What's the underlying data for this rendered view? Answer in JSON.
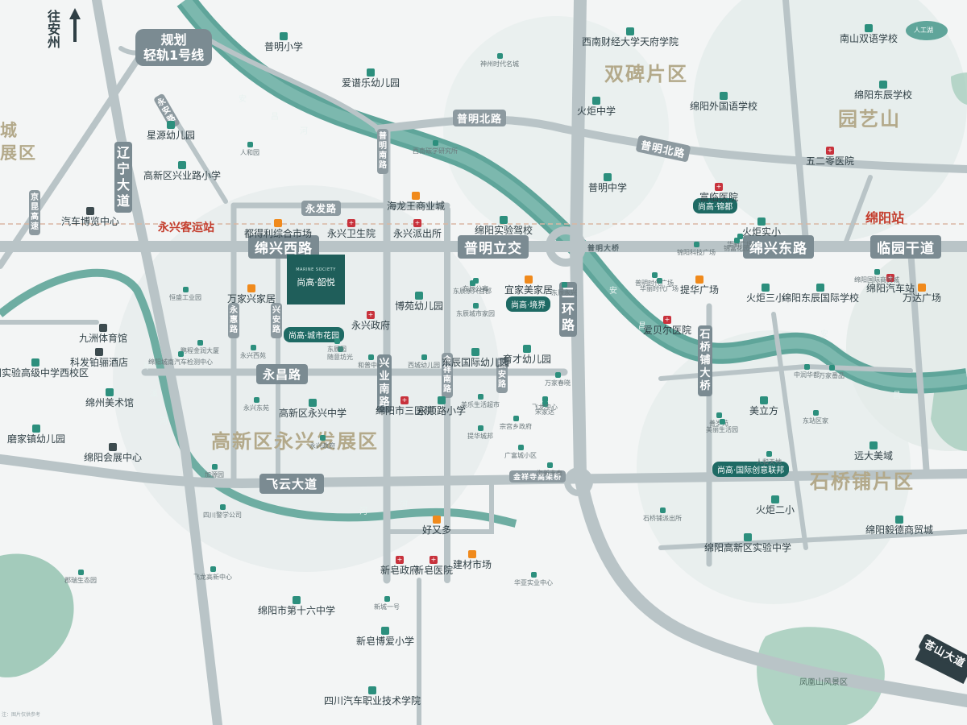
{
  "arrow_label": "往安州",
  "light_rail": {
    "line1": "规划",
    "line2": "轻轨1号线"
  },
  "districts": {
    "shuangbei": "双碑片区",
    "yuanyishan": "园艺山",
    "yongxing": "高新区永兴发展区",
    "shiqiaopu": "石桥铺片区",
    "left_partial_top": "城",
    "left_partial_bottom": "展区"
  },
  "roads": {
    "mianxing_west": "绵兴西路",
    "puming_interchange": "普明立交",
    "mianxing_east": "绵兴东路",
    "linyuan": "临园干道",
    "yongchang": "永昌路",
    "feiyun": "飞云大道",
    "liaoning": "辽宁大道",
    "erhuan": "二环路",
    "xingye_south": "兴业南路",
    "puming_north": "普明北路",
    "puming_north2": "普明北路",
    "yongfa": "永发路",
    "yonghui": "永惠路",
    "xinganlu": "兴安路",
    "jinxiang_south": "金祥南路",
    "yongan": "永安路",
    "puming_bridge": "普明大桥",
    "shiqiaopu_ave": "石桥铺大桥",
    "jinxiangsi": "金祥寺高架桥",
    "cangshan": "苍山大道",
    "jingzhou": "京昆高速",
    "puming_yin": "普明南路",
    "hongan": "弘安路"
  },
  "projects": {
    "main_en": "MARINE SOCIETY",
    "main_cn": "尚高·韶悦",
    "chengshi": "尚高·城市花园",
    "jingjie": "尚高·境界",
    "jingdu": "尚高·锦都",
    "guoji": "尚高·国际创意联邦"
  },
  "stations": {
    "yongxing_bus": "永兴客运站",
    "mianyang_station": "绵阳站"
  },
  "pois_major": [
    {
      "t": "普明小学",
      "k": "edu"
    },
    {
      "t": "爱谱乐幼儿园",
      "k": "edu"
    },
    {
      "t": "星源幼儿园",
      "k": "edu"
    },
    {
      "t": "高新区兴业路小学",
      "k": "edu"
    },
    {
      "t": "汽车博览中心",
      "k": "dark"
    },
    {
      "t": "都得利综合市场",
      "k": "shop"
    },
    {
      "t": "永兴卫生院",
      "k": "hosp"
    },
    {
      "t": "永兴派出所",
      "k": "hosp"
    },
    {
      "t": "海龙王商业城",
      "k": "shop"
    },
    {
      "t": "绵阳实验驾校",
      "k": "edu"
    },
    {
      "t": "西南财经大学天府学院",
      "k": "edu"
    },
    {
      "t": "火炬中学",
      "k": "edu"
    },
    {
      "t": "绵阳外国语学校",
      "k": "edu"
    },
    {
      "t": "普明中学",
      "k": "edu"
    },
    {
      "t": "南山双语学校",
      "k": "edu"
    },
    {
      "t": "绵阳东辰学校",
      "k": "edu"
    },
    {
      "t": "五二零医院",
      "k": "hosp"
    },
    {
      "t": "富临医院",
      "k": "hosp"
    },
    {
      "t": "火炬实小",
      "k": "edu"
    },
    {
      "t": "九洲体育馆",
      "k": "dark"
    },
    {
      "t": "科发铂骊酒店",
      "k": "dark"
    },
    {
      "t": "绵阳实验高级中学西校区",
      "k": "edu"
    },
    {
      "t": "绵州美术馆",
      "k": "edu"
    },
    {
      "t": "磨家镇幼儿园",
      "k": "edu"
    },
    {
      "t": "绵阳会展中心",
      "k": "dark"
    },
    {
      "t": "万家兴家居",
      "k": "shop"
    },
    {
      "t": "永兴政府",
      "k": "hosp"
    },
    {
      "t": "博苑幼儿园",
      "k": "edu"
    },
    {
      "t": "宜家美家居",
      "k": "shop"
    },
    {
      "t": "东辰国际幼儿园",
      "k": "edu"
    },
    {
      "t": "育才幼儿园",
      "k": "edu"
    },
    {
      "t": "高新区永兴中学",
      "k": "edu"
    },
    {
      "t": "绵阳市三医院",
      "k": "hosp"
    },
    {
      "t": "永顺路小学",
      "k": "edu"
    },
    {
      "t": "好又多",
      "k": "shop"
    },
    {
      "t": "新皂政府",
      "k": "hosp"
    },
    {
      "t": "新皂医院",
      "k": "hosp"
    },
    {
      "t": "建材市场",
      "k": "shop"
    },
    {
      "t": "绵阳市第十六中学",
      "k": "edu"
    },
    {
      "t": "新皂博爱小学",
      "k": "edu"
    },
    {
      "t": "四川汽车职业技术学院",
      "k": "edu"
    },
    {
      "t": "火炬三小",
      "k": "edu"
    },
    {
      "t": "绵阳东辰国际学校",
      "k": "edu"
    },
    {
      "t": "绵阳汽车站",
      "k": "hosp"
    },
    {
      "t": "万达广场",
      "k": "shop"
    },
    {
      "t": "爱贝尔医院",
      "k": "hosp"
    },
    {
      "t": "美立方",
      "k": "edu"
    },
    {
      "t": "火炬二小",
      "k": "edu"
    },
    {
      "t": "绵阳高新区实验中学",
      "k": "edu"
    },
    {
      "t": "绵阳毅德商贸城",
      "k": "edu"
    },
    {
      "t": "提华广场",
      "k": "shop"
    },
    {
      "t": "远大美域",
      "k": "edu"
    }
  ],
  "pois_small": [
    "神州时代名城",
    "西南碳学研究所",
    "人和园",
    "恒盛工业园",
    "鹏程金润大厦",
    "绵阳城南汽车检测中心",
    "永兴东苑",
    "永兴西苑",
    "随意坊光",
    "和普中心",
    "东辰公寓",
    "东辰城市家园",
    "西城幼儿园",
    "美乐生活超市",
    "提华城邦",
    "广富城小区",
    "海新丰泰",
    "宋家达",
    "中润华都",
    "万家春晓",
    "善岁苑",
    "美丽生活园",
    "人和天地",
    "石桥铺派出所",
    "万家番品",
    "华丽时代广场",
    "华新广场",
    "加源园",
    "四川警学公司",
    "飞龙高新中心",
    "郡瑞生态园",
    "新城一号",
    "东站区家",
    "东辰永兴首郡",
    "永兴政府",
    "宗宫乡政府",
    "东辰园",
    "锦阳科技广场",
    "绵阳国际商贸城",
    "普明时代广场",
    "锦富花园",
    "华亚实业中心",
    "飞龙中心",
    "东辰永兴"
  ],
  "rivers": [
    "安",
    "昌",
    "河",
    "阜",
    "溪",
    "河",
    "安",
    "昌",
    "河",
    "安",
    "昌",
    "河"
  ],
  "lake": "人工湖",
  "scenic": "凤凰山风景区",
  "footnote": "注：图片仅供参考"
}
